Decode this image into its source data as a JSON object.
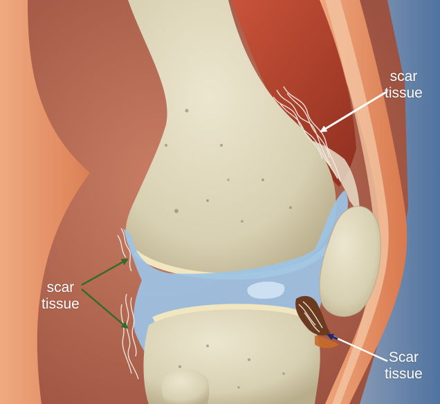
{
  "colors": {
    "background_left": "#e9d9cf",
    "background_right": "#5a7ea8",
    "skin": "#e8926a",
    "flesh_interior": "#b86a53",
    "muscle": "#b8452c",
    "bone": "#ddd6bb",
    "cartilage": "#f1e6bf",
    "synovial_fluid": "#9cc3e6",
    "scar_tissue": "#efece2",
    "arrow_white": "#ffffff",
    "arrow_green": "#2f6b2a",
    "arrow_navy": "#1f2a6b"
  },
  "labels": {
    "top_right": {
      "line1": "scar",
      "line2": "tissue"
    },
    "left": {
      "line1": "scar",
      "line2": "tissue"
    },
    "bottom_right": {
      "line1": "Scar",
      "line2": "tissue"
    }
  },
  "icons": {
    "top_right_arrow": "arrow-down-left-icon",
    "left_arrows": "double-arrow-icon",
    "bottom_right_arrow": "arrow-up-left-icon"
  }
}
